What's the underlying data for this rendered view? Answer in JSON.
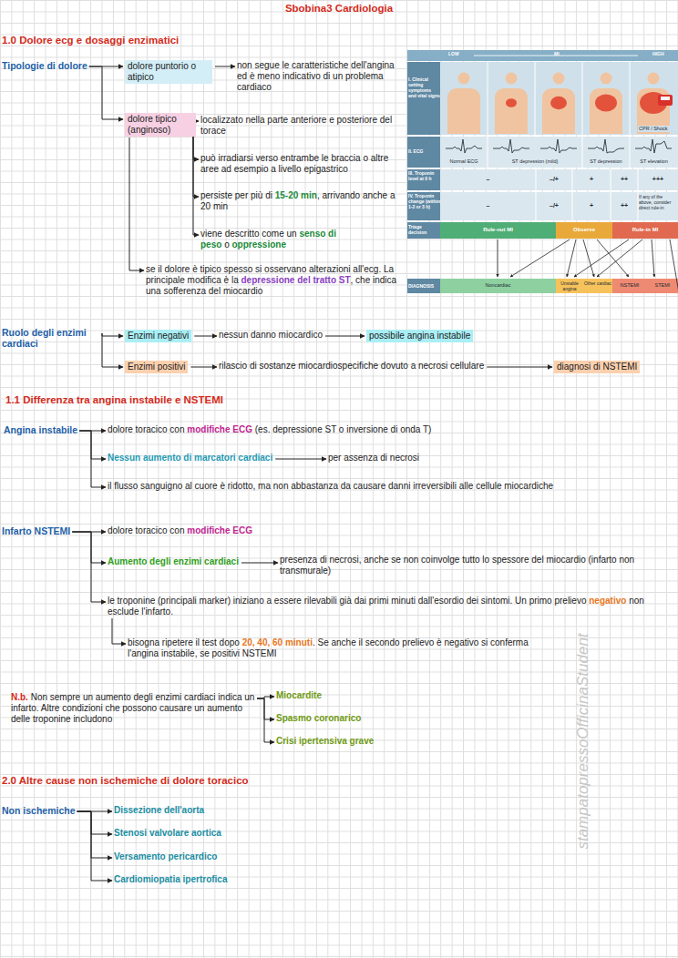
{
  "diagram": {
    "title": "Sbobina3 Cardiologia",
    "nodes": [
      {
        "text": [
          "Tipologie di dolore"
        ]
      },
      {
        "text": [
          "dolore puntorio o atipico"
        ]
      },
      {
        "text": [
          "non segue le caratteristiche dell'angina ed è meno indicativo di un problema cardiaco"
        ]
      },
      {
        "text": [
          "dolore tipico (anginoso)"
        ]
      },
      {
        "text": [
          "localizzato nella parte anteriore e posteriore del torace"
        ]
      },
      {
        "text": [
          "può irradiarsi verso entrambe le braccia o altre aree ad esempio a livello epigastrico"
        ]
      },
      {
        "text": [
          "persiste per più di",
          "15-20 min",
          ", arrivando anche a 20 min"
        ]
      },
      {
        "text": [
          "viene descritto come un",
          "senso di peso",
          "o",
          "oppressione"
        ]
      },
      {
        "text": [
          "se il dolore è tipico spesso si osservano alterazioni all'ecg. La principale modifica è la",
          "depressione del tratto ST",
          ", che indica una sofferenza del miocardio"
        ]
      },
      {
        "text": [
          "Ruolo degli enzimi cardiaci"
        ]
      },
      {
        "text": [
          "Enzimi negativi"
        ]
      },
      {
        "text": [
          "nessun danno miocardico"
        ]
      },
      {
        "text": [
          "possibile angina instabile"
        ]
      },
      {
        "text": [
          "Enzimi positivi"
        ]
      },
      {
        "text": [
          "rilascio di sostanze miocardiospecifiche dovuto a necrosi cellulare"
        ]
      },
      {
        "text": [
          "diagnosi di NSTEMI"
        ]
      },
      {
        "text": [
          "Angina instabile"
        ]
      },
      {
        "text": [
          "dolore toracico con",
          "modifiche ECG",
          "(es. depressione ST o inversione di onda T)"
        ]
      },
      {
        "text": [
          "Nessun aumento di marcatori cardiaci"
        ]
      },
      {
        "text": [
          "per assenza di necrosi"
        ]
      },
      {
        "text": [
          "il flusso sanguigno al cuore è ridotto, ma non abbastanza da causare danni irreversibili alle cellule miocardiche"
        ]
      },
      {
        "text": [
          "Infarto NSTEMI"
        ]
      },
      {
        "text": [
          "dolore toracico con",
          "modifiche ECG"
        ]
      },
      {
        "text": [
          "Aumento degli enzimi cardiaci"
        ]
      },
      {
        "text": [
          "presenza di necrosi, anche se non coinvolge tutto lo spessore del miocardio (infarto non transmurale)"
        ]
      },
      {
        "text": [
          "le troponine (principali marker) iniziano a essere rilevabili già dai primi minuti dall'esordio dei sintomi. Un primo prelievo",
          "negativo",
          "non esclude l'infarto."
        ]
      },
      {
        "text": [
          "bisogna ripetere il test dopo",
          "20, 40, 60 minuti",
          ". Se anche il secondo prelievo è negativo si conferma l'angina instabile, se positivi NSTEMI"
        ]
      },
      {
        "text": [
          "N.b.",
          "Non sempre un aumento degli enzimi cardiaci indica un infarto. Altre condizioni che possono causare un aumento delle troponine includono"
        ]
      },
      {
        "text": [
          "Miocardite"
        ]
      },
      {
        "text": [
          "Spasmo coronarico"
        ]
      },
      {
        "text": [
          "Crisi ipertensiva grave"
        ]
      },
      {
        "text": [
          "Non ischemiche"
        ]
      },
      {
        "text": [
          "Dissezione dell'aorta"
        ]
      },
      {
        "text": [
          "Stenosi valvolare aortica"
        ]
      },
      {
        "text": [
          "Versamento pericardico"
        ]
      },
      {
        "text": [
          "Cardiomiopatia ipertrofica"
        ]
      }
    ],
    "edges": [
      {
        "from": 0,
        "to": 1,
        "arrow": "to"
      },
      {
        "from": 0,
        "to": 3,
        "arrow": "to"
      },
      {
        "from": 1,
        "to": 2,
        "arrow": "to"
      },
      {
        "from": 3,
        "to": 4,
        "arrow": "to"
      },
      {
        "from": 3,
        "to": 5,
        "arrow": "to"
      },
      {
        "from": 3,
        "to": 6,
        "arrow": "to"
      },
      {
        "from": 3,
        "to": 7,
        "arrow": "to"
      },
      {
        "from": 3,
        "to": 8,
        "arrow": "to"
      },
      {
        "from": 9,
        "to": 10,
        "arrow": "to"
      },
      {
        "from": 9,
        "to": 13,
        "arrow": "to"
      },
      {
        "from": 10,
        "to": 11,
        "arrow": "to"
      },
      {
        "from": 11,
        "to": 12,
        "arrow": "to"
      },
      {
        "from": 13,
        "to": 14,
        "arrow": "to"
      },
      {
        "from": 14,
        "to": 15,
        "arrow": "to"
      },
      {
        "from": 16,
        "to": 17,
        "arrow": "to"
      },
      {
        "from": 16,
        "to": 18,
        "arrow": "to"
      },
      {
        "from": 16,
        "to": 20,
        "arrow": "to"
      },
      {
        "from": 18,
        "to": 19,
        "arrow": "to"
      },
      {
        "from": 21,
        "to": 22,
        "arrow": "to"
      },
      {
        "from": 21,
        "to": 23,
        "arrow": "to"
      },
      {
        "from": 21,
        "to": 25,
        "arrow": "to"
      },
      {
        "from": 23,
        "to": 24,
        "arrow": "to"
      },
      {
        "from": 25,
        "to": 26,
        "arrow": "to"
      },
      {
        "from": 27,
        "to": 28,
        "arrow": "to"
      },
      {
        "from": 27,
        "to": 29,
        "arrow": "to"
      },
      {
        "from": 27,
        "to": 30,
        "arrow": "to"
      },
      {
        "from": 31,
        "to": 32,
        "arrow": "to"
      },
      {
        "from": 31,
        "to": 33,
        "arrow": "to"
      },
      {
        "from": 31,
        "to": 34,
        "arrow": "to"
      },
      {
        "from": 31,
        "to": 35,
        "arrow": "to"
      }
    ],
    "labels": [
      "1.0 Dolore ecg e dosaggi enzimatici",
      "LOW",
      "MI",
      "HIGH",
      "I. Clinical setting symptoms and vital signs",
      "CPR / Shock",
      "II. ECG",
      "Normal ECG",
      "ST depression (mild)",
      "ST depression",
      "ST elevation",
      "III. Troponin level at 0 h",
      "–",
      "–/+",
      "+",
      "++",
      "+++",
      "IV. Troponin change (within 1-2 or 3 h)",
      "–",
      "–/+",
      "+",
      "++",
      "If any of the above, consider direct rule-in",
      "Triage decision",
      "Rule-out MI",
      "Observe",
      "Rule-in MI",
      "DIAGNOSIS",
      "Noncardiac",
      "Unstable angina",
      "Other cardiac",
      "NSTEMI",
      "STEMI",
      "1.1 Differenza tra angina instabile e NSTEMI",
      "2.0 Altre cause non ischemiche di dolore toracico",
      "stampatopressoOfficinaStudent"
    ]
  }
}
